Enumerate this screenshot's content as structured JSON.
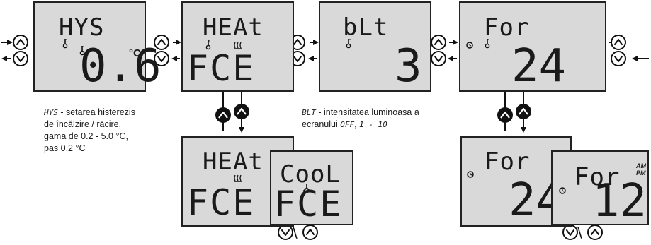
{
  "panels": {
    "hys": {
      "top": "HYS",
      "value": "0.6",
      "unit": "°C"
    },
    "heat": {
      "top": "HEAt",
      "value": "FCE"
    },
    "blt": {
      "top": "bLt",
      "value": "3"
    },
    "for": {
      "top": "For",
      "value": "24"
    },
    "heat2": {
      "top": "HEAt",
      "value": "FCE"
    },
    "cool": {
      "top": "CooL",
      "value": "FCE"
    },
    "for24": {
      "top": "For",
      "value": "24"
    },
    "for12": {
      "top": "For",
      "value": "12",
      "am": "AM",
      "pm": "PM"
    }
  },
  "descriptions": {
    "hys": {
      "code": "HYS",
      "line1": " - setarea histerezis",
      "line2": "de încălzire / răcire,",
      "line3": "gama de 0.2 - 5.0 °C,",
      "line4": "pas 0.2 °C"
    },
    "blt": {
      "code": "BLT",
      "line1": " - intensitatea luminoasa a",
      "line2a": "ecranului ",
      "off": "OFF",
      "line2b": ", ",
      "range": "1 - 10"
    }
  },
  "buttons": {
    "up_icon": "chevron-up-in-circle",
    "down_icon": "chevron-down-in-circle",
    "separator": "\\"
  },
  "colors": {
    "lcd_fill": "#d9d9d9",
    "lcd_stroke": "#222222",
    "ink": "#111111",
    "button_dark": "#111111"
  }
}
